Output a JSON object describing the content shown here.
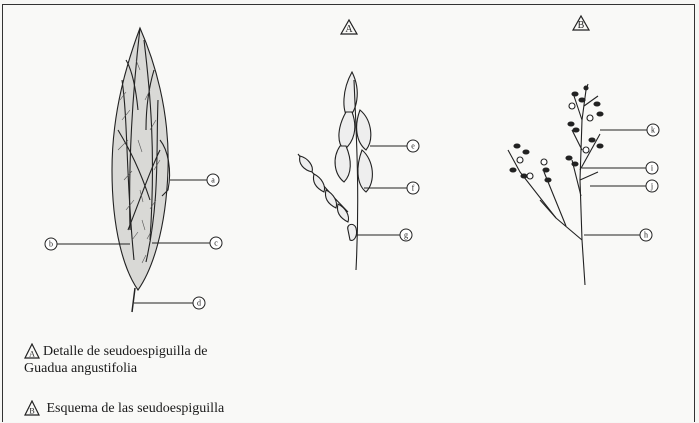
{
  "panels": {
    "marker_a": "A",
    "marker_b": "B"
  },
  "figure_left_labels": {
    "a": "a",
    "b": "b",
    "c": "c",
    "d": "d"
  },
  "figure_middle_labels": {
    "e": "e",
    "f": "f",
    "g": "g"
  },
  "figure_right_labels": {
    "h": "h",
    "i": "i",
    "j": "j",
    "k": "k"
  },
  "captions": {
    "a_letter": "A",
    "a_line1": "Detalle de seudoespiguilla de",
    "a_line2": "Guadua angustifolia",
    "b_letter": "B",
    "b_line1": "Esquema de las seudoespiguilla"
  }
}
